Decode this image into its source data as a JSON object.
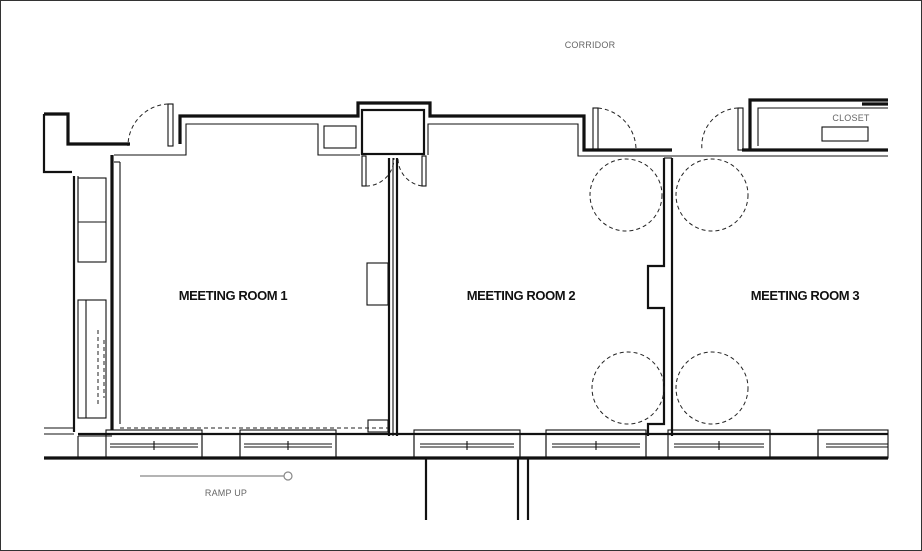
{
  "labels": {
    "corridor": "CORRIDOR",
    "closet": "CLOSET",
    "room1": "MEETING ROOM 1",
    "room2": "MEETING ROOM 2",
    "room3": "MEETING ROOM 3",
    "ramp": "RAMP UP"
  }
}
